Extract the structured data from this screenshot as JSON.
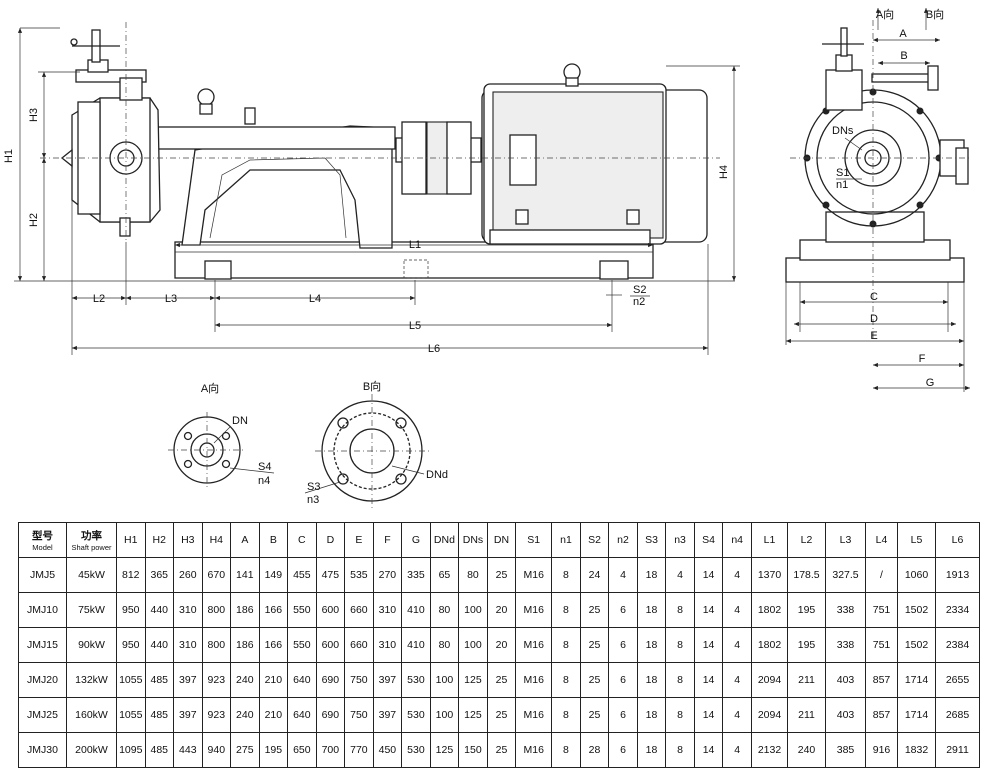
{
  "dimension_labels": {
    "H1": "H1",
    "H2": "H2",
    "H3": "H3",
    "H4": "H4",
    "L1": "L1",
    "L2": "L2",
    "L3": "L3",
    "L4": "L4",
    "L5": "L5",
    "L6": "L6",
    "S2": "S2",
    "n2": "n2",
    "A": "A",
    "B": "B",
    "C": "C",
    "D": "D",
    "E": "E",
    "F": "F",
    "G": "G",
    "DNs": "DNs",
    "S1": "S1",
    "n1": "n1",
    "A_dir": "A向",
    "B_dir": "B向",
    "DN": "DN",
    "S4": "S4",
    "n4": "n4",
    "DNd": "DNd",
    "S3": "S3",
    "n3": "n3"
  },
  "table": {
    "header": {
      "model_cn": "型号",
      "model_en": "Model",
      "power_cn": "功率",
      "power_en": "Shaft power",
      "cols": [
        "H1",
        "H2",
        "H3",
        "H4",
        "A",
        "B",
        "C",
        "D",
        "E",
        "F",
        "G",
        "DNd",
        "DNs",
        "DN",
        "S1",
        "n1",
        "S2",
        "n2",
        "S3",
        "n3",
        "S4",
        "n4",
        "L1",
        "L2",
        "L3",
        "L4",
        "L5",
        "L6"
      ]
    },
    "rows": [
      [
        "JMJ5",
        "45kW",
        "812",
        "365",
        "260",
        "670",
        "141",
        "149",
        "455",
        "475",
        "535",
        "270",
        "335",
        "65",
        "80",
        "25",
        "M16",
        "8",
        "24",
        "4",
        "18",
        "4",
        "14",
        "4",
        "1370",
        "178.5",
        "327.5",
        "/",
        "1060",
        "1913"
      ],
      [
        "JMJ10",
        "75kW",
        "950",
        "440",
        "310",
        "800",
        "186",
        "166",
        "550",
        "600",
        "660",
        "310",
        "410",
        "80",
        "100",
        "20",
        "M16",
        "8",
        "25",
        "6",
        "18",
        "8",
        "14",
        "4",
        "1802",
        "195",
        "338",
        "751",
        "1502",
        "2334"
      ],
      [
        "JMJ15",
        "90kW",
        "950",
        "440",
        "310",
        "800",
        "186",
        "166",
        "550",
        "600",
        "660",
        "310",
        "410",
        "80",
        "100",
        "20",
        "M16",
        "8",
        "25",
        "6",
        "18",
        "8",
        "14",
        "4",
        "1802",
        "195",
        "338",
        "751",
        "1502",
        "2384"
      ],
      [
        "JMJ20",
        "132kW",
        "1055",
        "485",
        "397",
        "923",
        "240",
        "210",
        "640",
        "690",
        "750",
        "397",
        "530",
        "100",
        "125",
        "25",
        "M16",
        "8",
        "25",
        "6",
        "18",
        "8",
        "14",
        "4",
        "2094",
        "211",
        "403",
        "857",
        "1714",
        "2655"
      ],
      [
        "JMJ25",
        "160kW",
        "1055",
        "485",
        "397",
        "923",
        "240",
        "210",
        "640",
        "690",
        "750",
        "397",
        "530",
        "100",
        "125",
        "25",
        "M16",
        "8",
        "25",
        "6",
        "18",
        "8",
        "14",
        "4",
        "2094",
        "211",
        "403",
        "857",
        "1714",
        "2685"
      ],
      [
        "JMJ30",
        "200kW",
        "1095",
        "485",
        "443",
        "940",
        "275",
        "195",
        "650",
        "700",
        "770",
        "450",
        "530",
        "125",
        "150",
        "25",
        "M16",
        "8",
        "28",
        "6",
        "18",
        "8",
        "14",
        "4",
        "2132",
        "240",
        "385",
        "916",
        "1832",
        "2911"
      ]
    ]
  }
}
